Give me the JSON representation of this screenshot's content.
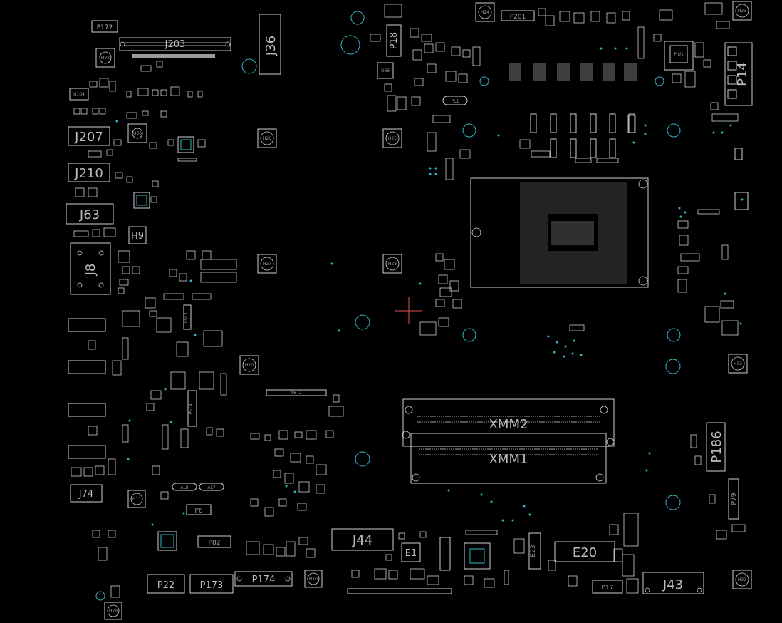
{
  "board": {
    "background": "#000000",
    "outline_color": "#cfcfcf",
    "via_color": "#2fb8c8",
    "cursor_color": "#e05050"
  },
  "labels": {
    "J203": "J203",
    "J36": "J36",
    "P172": "P172",
    "H22": "H22",
    "U104": "U104",
    "J207": "J207",
    "J210": "J210",
    "J63": "J63",
    "J8": "J8",
    "H9": "H9",
    "U33": "U33",
    "H26": "H26",
    "H25": "H25",
    "H27": "H27",
    "H28": "H28",
    "P18": "P18",
    "H24": "H24",
    "P201": "P201",
    "H23": "H23",
    "P14": "P14",
    "PIU1": "PIU1",
    "XMM2": "XMM2",
    "XMM1": "XMM1",
    "P186": "P186",
    "P79": "P79",
    "H33": "H33",
    "H20": "H20",
    "J74": "J74",
    "H11": "H11",
    "AL8": "AL8",
    "AL7": "AL7",
    "P6": "P6",
    "P82": "P82",
    "P22": "P22",
    "P173": "P173",
    "P174": "P174",
    "H10": "H10",
    "J44": "J44",
    "E1": "E1",
    "E20": "E20",
    "E23": "E23",
    "P17": "P17",
    "J43": "J43",
    "H32": "H32",
    "H29": "H29",
    "U66": "U66",
    "PL1": "PL1",
    "PS14": "PS14",
    "PSL3": "PSL3",
    "XBT2": "XBT2"
  }
}
